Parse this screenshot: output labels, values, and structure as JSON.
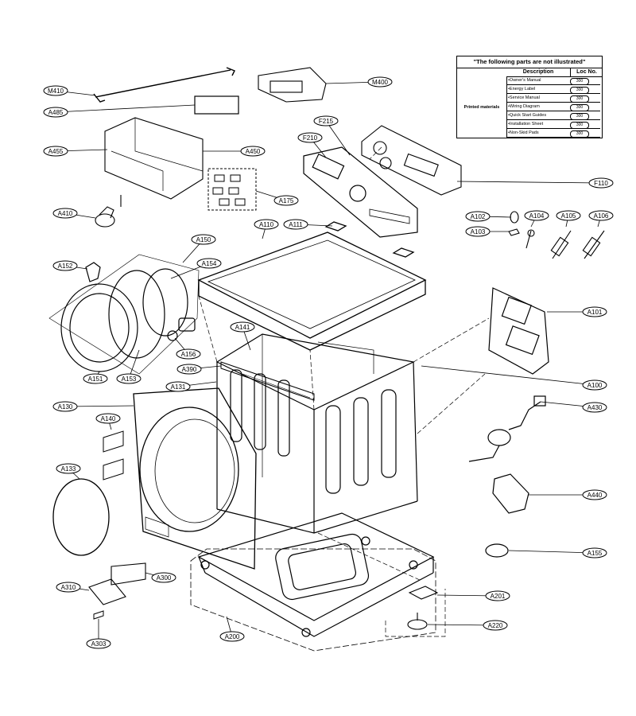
{
  "parts_table": {
    "title": "\"The following parts are not illustrated\"",
    "col_description": "Description",
    "col_loc": "Loc No.",
    "group_label": "Printed materials",
    "rows": [
      {
        "desc": "•Owner's Manual",
        "loc": "300"
      },
      {
        "desc": "•Energy Label",
        "loc": "300"
      },
      {
        "desc": "•Service Manual",
        "loc": "300"
      },
      {
        "desc": "•Wiring Diagram",
        "loc": "300"
      },
      {
        "desc": "•Quick Start Guides",
        "loc": "300"
      },
      {
        "desc": "•Installation Sheet",
        "loc": "300"
      },
      {
        "desc": "•Non-Skid Pads",
        "loc": "300"
      }
    ]
  },
  "labels": {
    "M410": "M410",
    "M400": "M400",
    "A485": "A485",
    "A455": "A455",
    "A450": "A450",
    "A175": "A175",
    "A410": "A410",
    "F215": "F215",
    "F210": "F210",
    "F110": "F110",
    "A111": "A111",
    "A110": "A110",
    "A102": "A102",
    "A103": "A103",
    "A104": "A104",
    "A105": "A105",
    "A106": "A106",
    "A150": "A150",
    "A152": "A152",
    "A154": "A154",
    "A101": "A101",
    "A141": "A141",
    "A156": "A156",
    "A390": "A390",
    "A151": "A151",
    "A153": "A153",
    "A131": "A131",
    "A100": "A100",
    "A130": "A130",
    "A140": "A140",
    "A430": "A430",
    "A133": "A133",
    "A440": "A440",
    "A155": "A155",
    "A310": "A310",
    "A300": "A300",
    "A201": "A201",
    "A303": "A303",
    "A220": "A220",
    "A200": "A200"
  }
}
